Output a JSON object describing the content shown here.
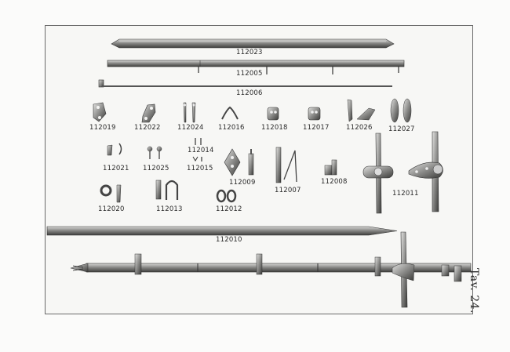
{
  "plate_number": "Tav. 24.",
  "labels": {
    "p112023": "112023",
    "p112005": "112005",
    "p112006": "112006",
    "p112019": "112019",
    "p112022": "112022",
    "p112024": "112024",
    "p112016": "112016",
    "p112018": "112018",
    "p112017": "112017",
    "p112026": "112026",
    "p112027": "112027",
    "p112021": "112021",
    "p112025": "112025",
    "p112014": "112014",
    "p112015": "112015",
    "p112009": "112009",
    "p112007": "112007",
    "p112008": "112008",
    "p112011": "112011",
    "p112020": "112020",
    "p112013": "112013",
    "p112012": "112012",
    "p112010": "112010"
  }
}
